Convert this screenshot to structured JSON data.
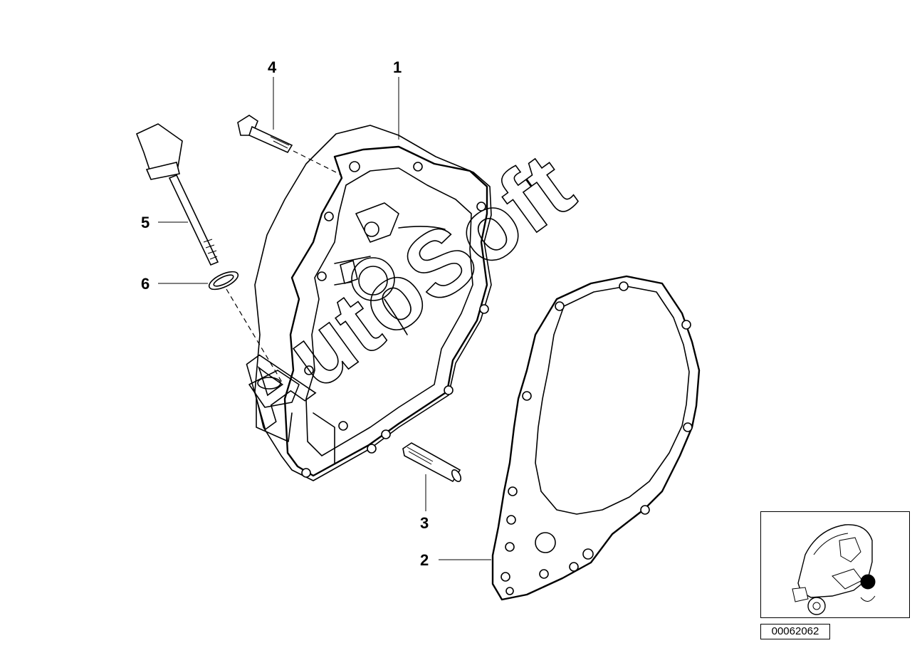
{
  "diagram": {
    "watermark": "AutoSoft",
    "callouts": [
      {
        "id": "1",
        "label": "1"
      },
      {
        "id": "2",
        "label": "2"
      },
      {
        "id": "3",
        "label": "3"
      },
      {
        "id": "4",
        "label": "4"
      },
      {
        "id": "5",
        "label": "5"
      },
      {
        "id": "6",
        "label": "6"
      }
    ],
    "reference_number": "00062062"
  }
}
